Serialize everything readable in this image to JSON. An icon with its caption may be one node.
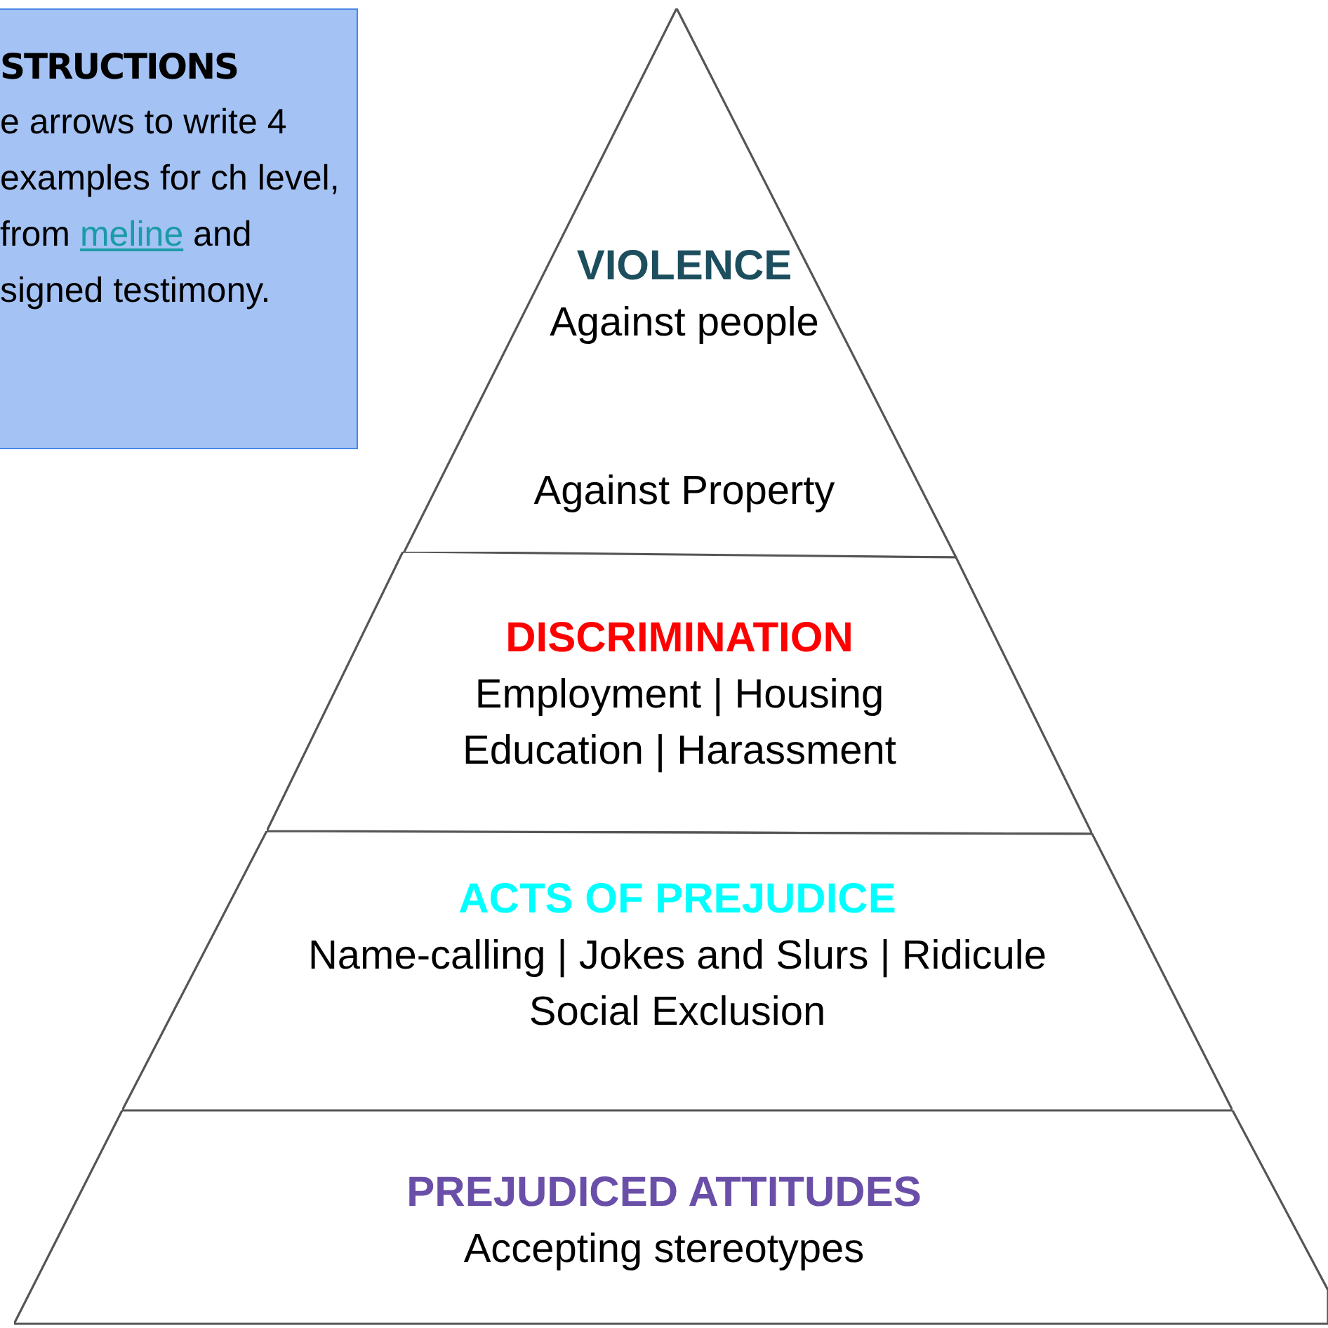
{
  "diagram": {
    "nodes": [
      {
        "text": [
          "STRUCTIONS",
          "e arrows to write 4 examples for ch level, from",
          "meline",
          "and signed testimony."
        ]
      },
      {
        "text": [
          "VIOLENCE",
          "Against people",
          "Against Property"
        ]
      },
      {
        "text": [
          "DISCRIMINATION",
          "Employment | Housing",
          "Education | Harassment"
        ]
      },
      {
        "text": [
          "ACTS OF PREJUDICE",
          "Name-calling | Jokes and Slurs | Ridicule",
          "Social Exclusion"
        ]
      },
      {
        "text": [
          "PREJUDICED ATTITUDES",
          "Accepting stereotypes"
        ]
      }
    ],
    "edges": []
  }
}
